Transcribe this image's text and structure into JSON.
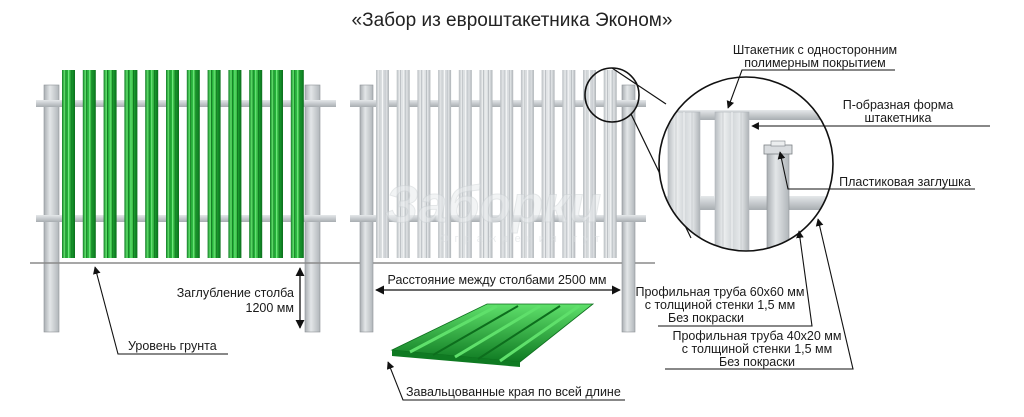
{
  "title": "«Забор из евроштакетника Эконом»",
  "labels": {
    "picket_coating_1": "Штакетник с односторонним",
    "picket_coating_2": "полимерным покрытием",
    "p_shape_1": "П-образная форма",
    "p_shape_2": "штакетника",
    "plastic_cap": "Пластиковая заглушка",
    "post_depth_1": "Заглубление столба",
    "post_depth_2": "1200 мм",
    "post_spacing": "Расстояние между столбами 2500 мм",
    "pipe60_1": "Профильная труба 60х60 мм",
    "pipe60_2": "с толщиной стенки 1,5 мм",
    "pipe60_3": "Без покраски",
    "pipe40_1": "Профильная труба 40х20 мм",
    "pipe40_2": "с толщиной стенки 1,5 мм",
    "pipe40_3": "Без покраски",
    "ground_level": "Уровень грунта",
    "rolled_edges": "Завальцованные края по всей длине"
  },
  "watermark": {
    "brand": "Заборки",
    "tagline": "Ограждения тут"
  },
  "colors": {
    "green": "#1fae35",
    "green_dark": "#0f7a22",
    "green_light": "#5fe06b",
    "metal": "#c9cdd0",
    "metal_dark": "#9aa0a4",
    "ground": "#8a8a8a"
  }
}
